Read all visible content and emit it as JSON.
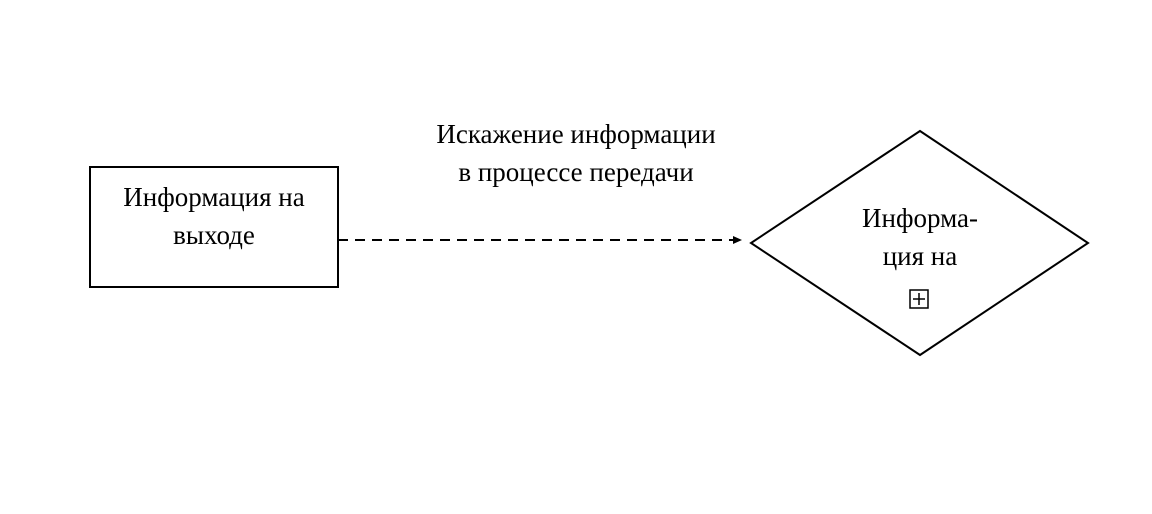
{
  "output_box": {
    "line1": "Информация на",
    "line2": "выходе"
  },
  "edge": {
    "line1": "Искажение информации",
    "line2": "в процессе передачи",
    "style": "dashed"
  },
  "input_diamond": {
    "line1": "Информа-",
    "line2": "ция на",
    "icon": "expand-plus-icon"
  },
  "colors": {
    "stroke": "#000000",
    "background": "#ffffff"
  }
}
